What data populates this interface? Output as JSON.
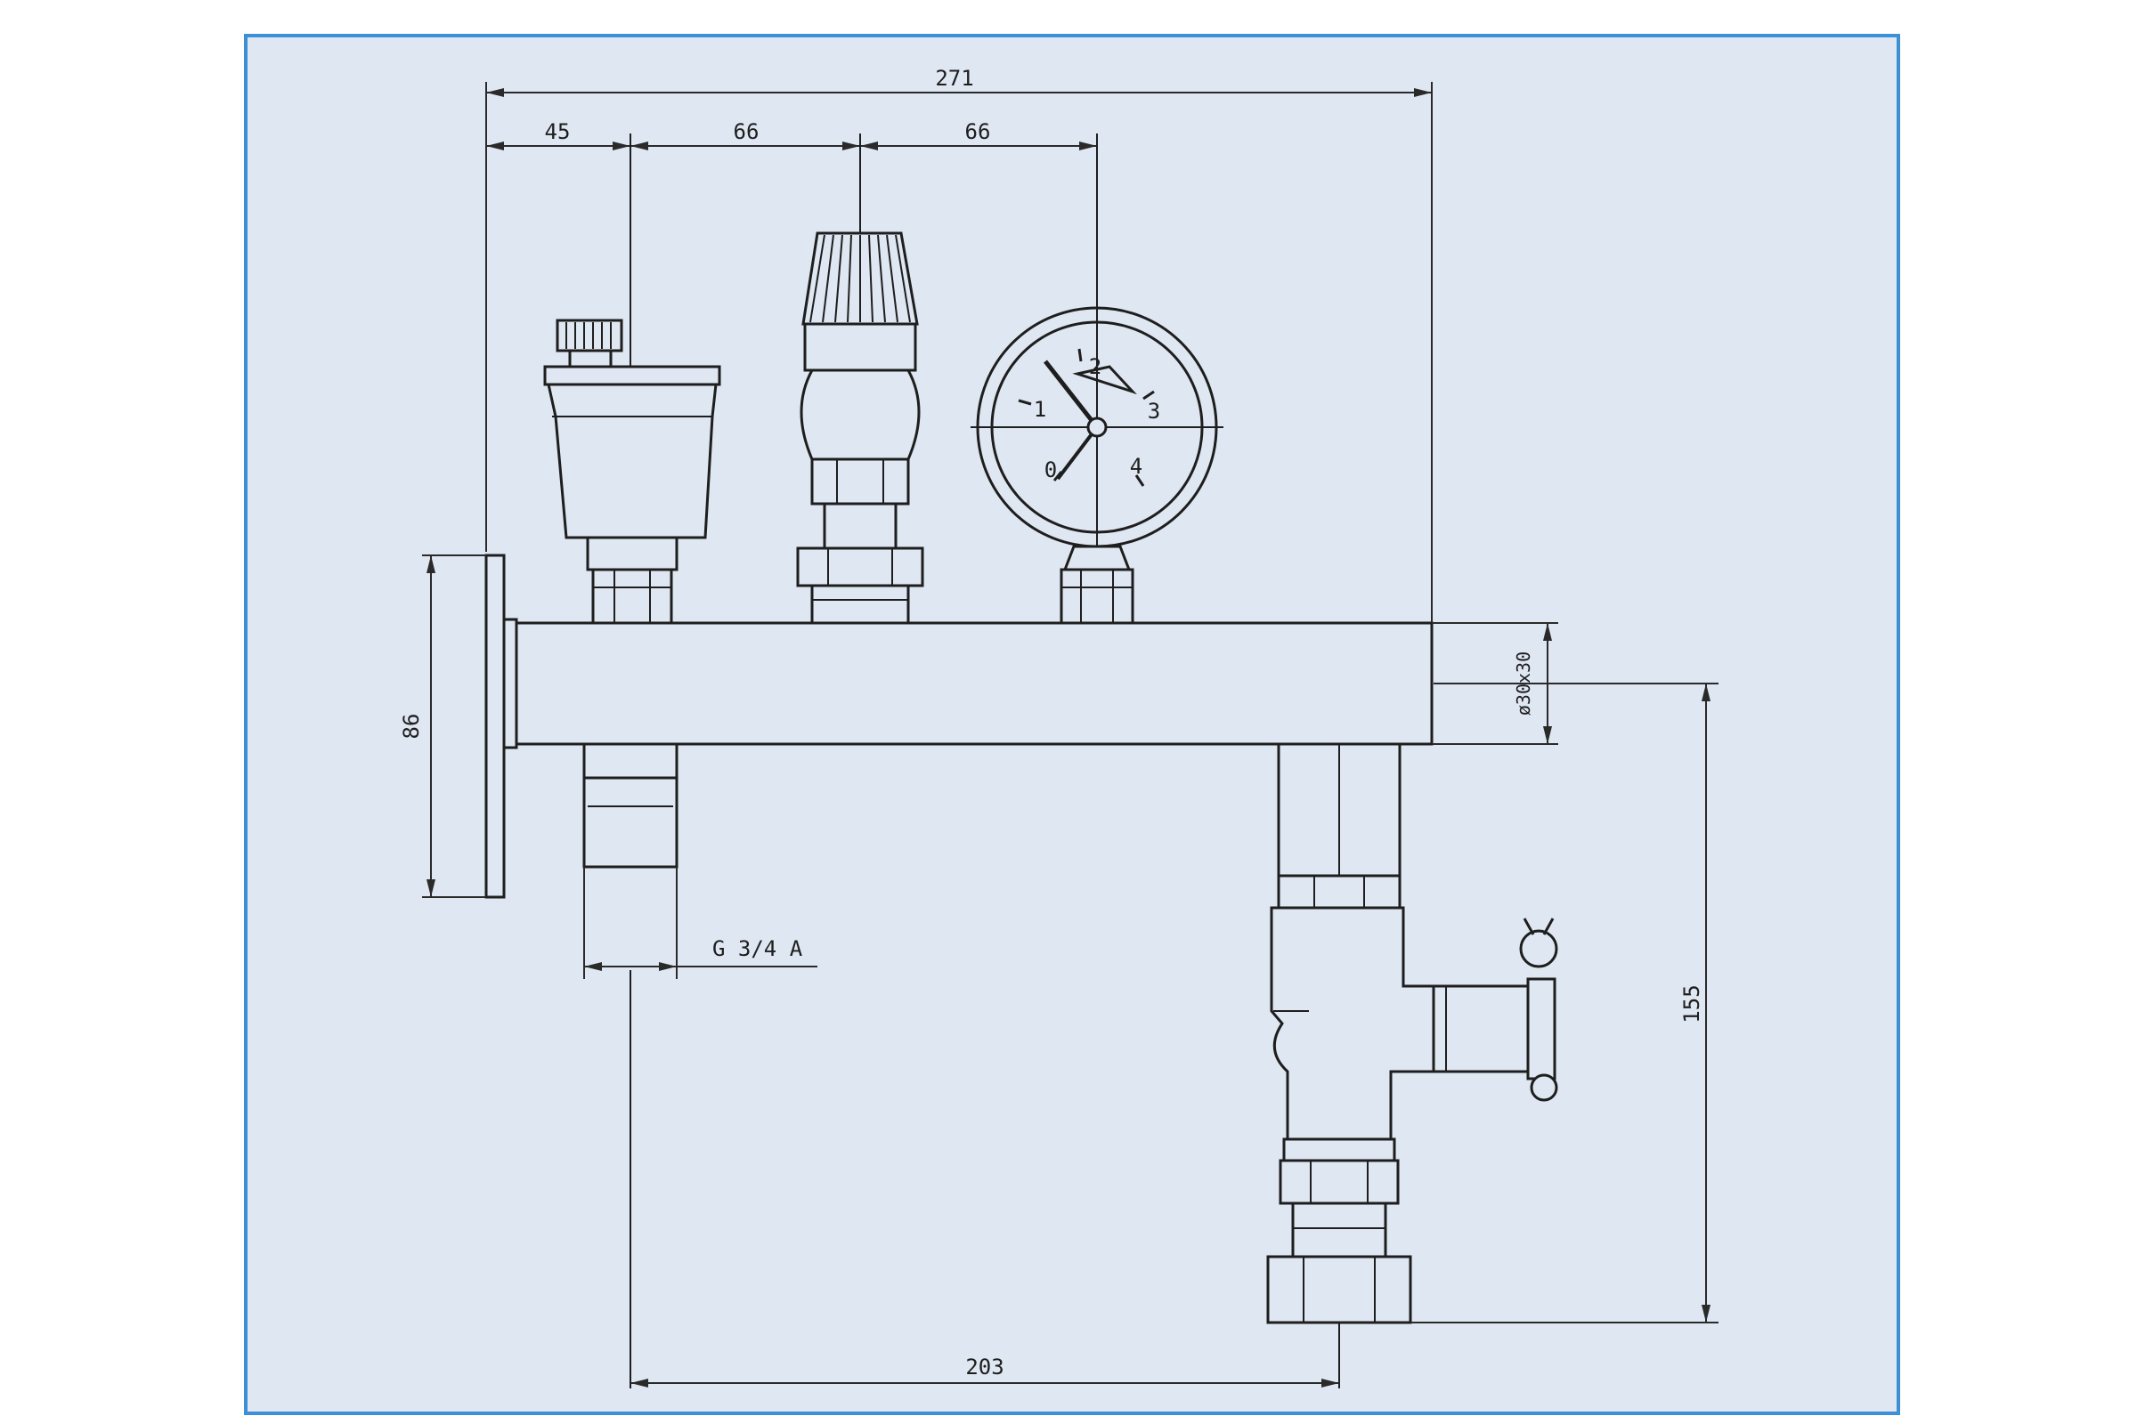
{
  "dimensions": {
    "overall_width": "271",
    "dist_1": "45",
    "dist_2": "66",
    "dist_3": "66",
    "flange_height": "86",
    "pipe_size": "ø30x30",
    "thread": "G 3/4 A",
    "vertical_height": "155",
    "horizontal_distance": "203"
  },
  "gauge": {
    "scale": [
      "0",
      "1",
      "2",
      "3",
      "4"
    ]
  },
  "colors": {
    "frame_border": "#3d8fd6",
    "panel_fill": "#dfe7f2",
    "line": "#1e1e1e"
  }
}
